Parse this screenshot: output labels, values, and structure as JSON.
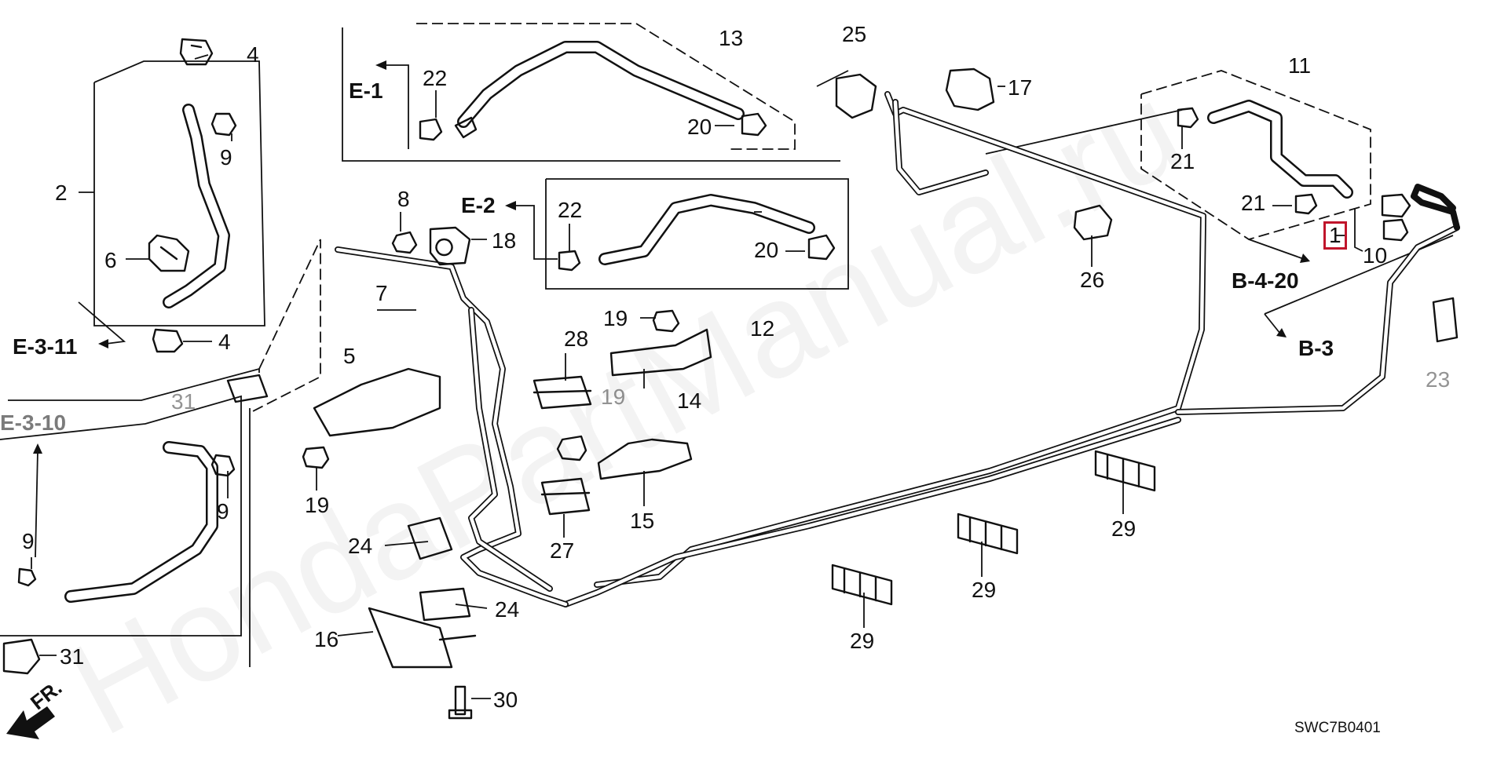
{
  "diagram": {
    "watermark": "HondaPartManual.ru",
    "code": "SWC7B0401",
    "direction_label": "FR.",
    "refs": {
      "e1": "E-1",
      "e2": "E-2",
      "e311": "E-3-11",
      "e310": "E-3-10",
      "b420": "B-4-20",
      "b3": "B-3"
    },
    "callouts": {
      "c1": "1",
      "c2": "2",
      "c4a": "4",
      "c4b": "4",
      "c5": "5",
      "c6": "6",
      "c7": "7",
      "c8": "8",
      "c9a": "9",
      "c9b": "9",
      "c9c": "9",
      "c10": "10",
      "c11": "11",
      "c12": "12",
      "c13": "13",
      "c14": "14",
      "c15": "15",
      "c16": "16",
      "c17": "17",
      "c18": "18",
      "c19a": "19",
      "c19b": "19",
      "c19c": "19",
      "c20a": "20",
      "c20b": "20",
      "c21a": "21",
      "c21b": "21",
      "c22a": "22",
      "c22b": "22",
      "c23": "23",
      "c24a": "24",
      "c24b": "24",
      "c25": "25",
      "c26": "26",
      "c27": "27",
      "c28": "28",
      "c29a": "29",
      "c29b": "29",
      "c29c": "29",
      "c30": "30",
      "c31a": "31",
      "c31b": "31"
    },
    "highlight_part": "1",
    "highlight_color": "#c0152b"
  }
}
